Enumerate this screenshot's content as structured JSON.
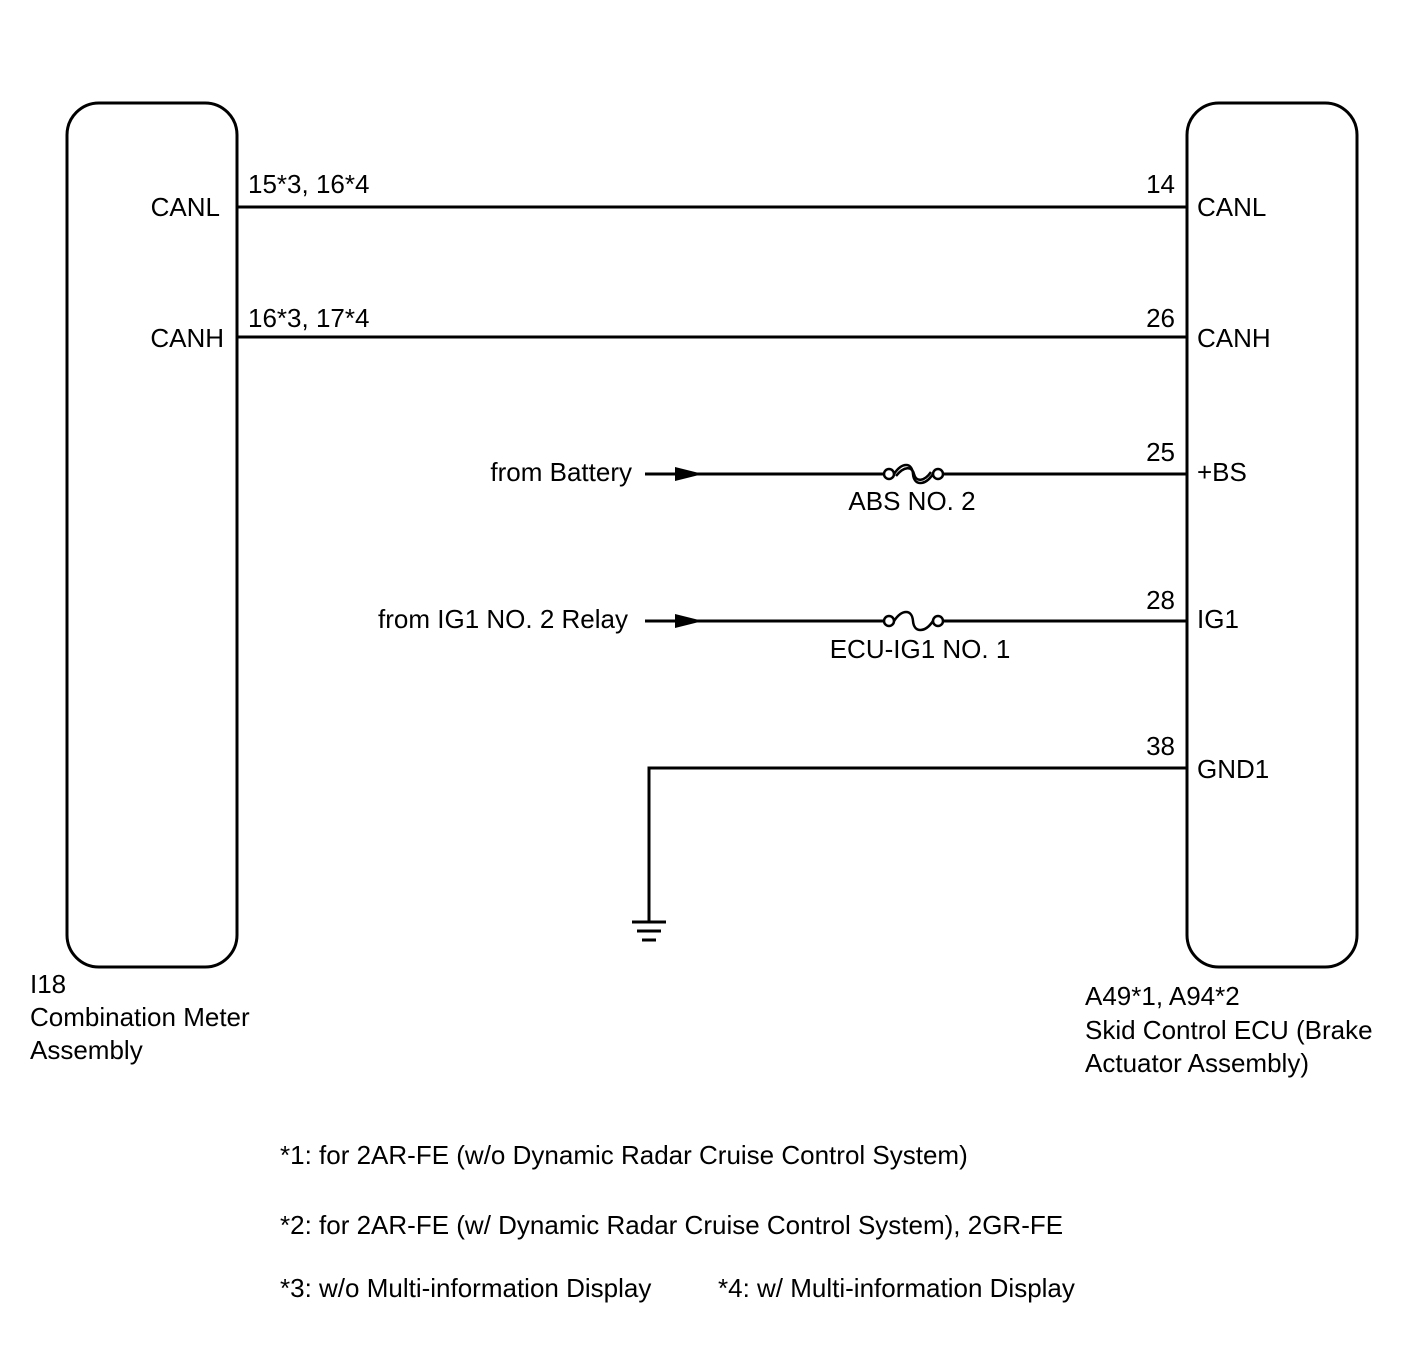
{
  "left_component": {
    "terminals": {
      "canl": "CANL",
      "canh": "CANH"
    },
    "pins": {
      "canl": "15*3, 16*4",
      "canh": "16*3, 17*4"
    },
    "code": "I18",
    "name_line1": "Combination Meter",
    "name_line2": "Assembly"
  },
  "right_component": {
    "terminals": {
      "canl": "CANL",
      "canh": "CANH",
      "bs": "+BS",
      "ig1": "IG1",
      "gnd1": "GND1"
    },
    "pins": {
      "canl": "14",
      "canh": "26",
      "bs": "25",
      "ig1": "28",
      "gnd1": "38"
    },
    "code": "A49*1, A94*2",
    "name_line1": "Skid Control ECU (Brake",
    "name_line2": "Actuator Assembly)"
  },
  "sources": {
    "battery": "from Battery",
    "ig1_relay": "from IG1 NO. 2 Relay"
  },
  "fuses": {
    "abs": "ABS NO. 2",
    "ecu_ig1": "ECU-IG1 NO. 1"
  },
  "notes": {
    "n1": "*1: for 2AR-FE (w/o Dynamic Radar Cruise Control System)",
    "n2": "*2: for 2AR-FE (w/ Dynamic Radar Cruise Control System), 2GR-FE",
    "n3": "*3: w/o Multi-information Display",
    "n4": "*4: w/ Multi-information Display"
  }
}
